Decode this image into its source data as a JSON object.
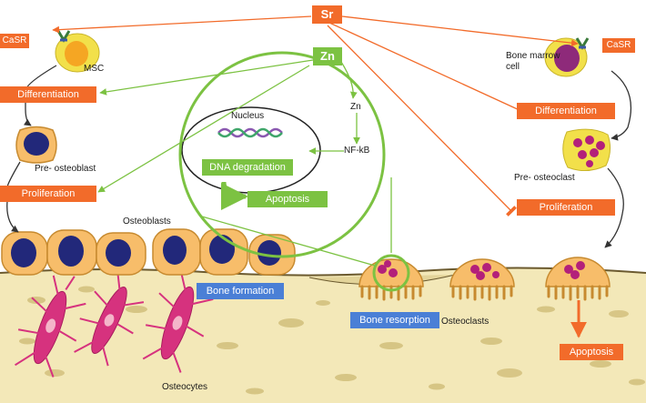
{
  "elements": {
    "sr": "Sr",
    "zn_box": "Zn",
    "zn_small": "Zn",
    "casr_left": "CaSR",
    "casr_right": "CaSR",
    "msc": "MSC",
    "bone_marrow_cell": "Bone marrow cell",
    "differentiation_left": "Differentiation",
    "differentiation_right": "Differentiation",
    "pre_osteoblast": "Pre- osteoblast",
    "pre_osteoclast": "Pre- osteoclast",
    "proliferation_left": "Proliferation",
    "proliferation_right": "Proliferation",
    "nucleus": "Nucleus",
    "nf_kb": "NF-kB",
    "dna_degradation": "DNA degradation",
    "apoptosis_green": "Apoptosis",
    "apoptosis_orange": "Apoptosis",
    "osteoblasts": "Osteoblasts",
    "bone_formation": "Bone formation",
    "bone_resorption": "Bone resorption",
    "osteoclasts": "Osteoclasts",
    "osteocytes": "Osteocytes"
  },
  "colors": {
    "orange": "#f26b2a",
    "green": "#7cc242",
    "blue": "#4a7fd6",
    "bone": "#f3e8b8",
    "cell": "#f7bd6a",
    "nucleus": "#22287a",
    "osteocyte": "#d6327e",
    "osteoclast_dot": "#b3207a"
  },
  "icons": [
    "casr-receptor-icon",
    "dna-helix-icon"
  ]
}
